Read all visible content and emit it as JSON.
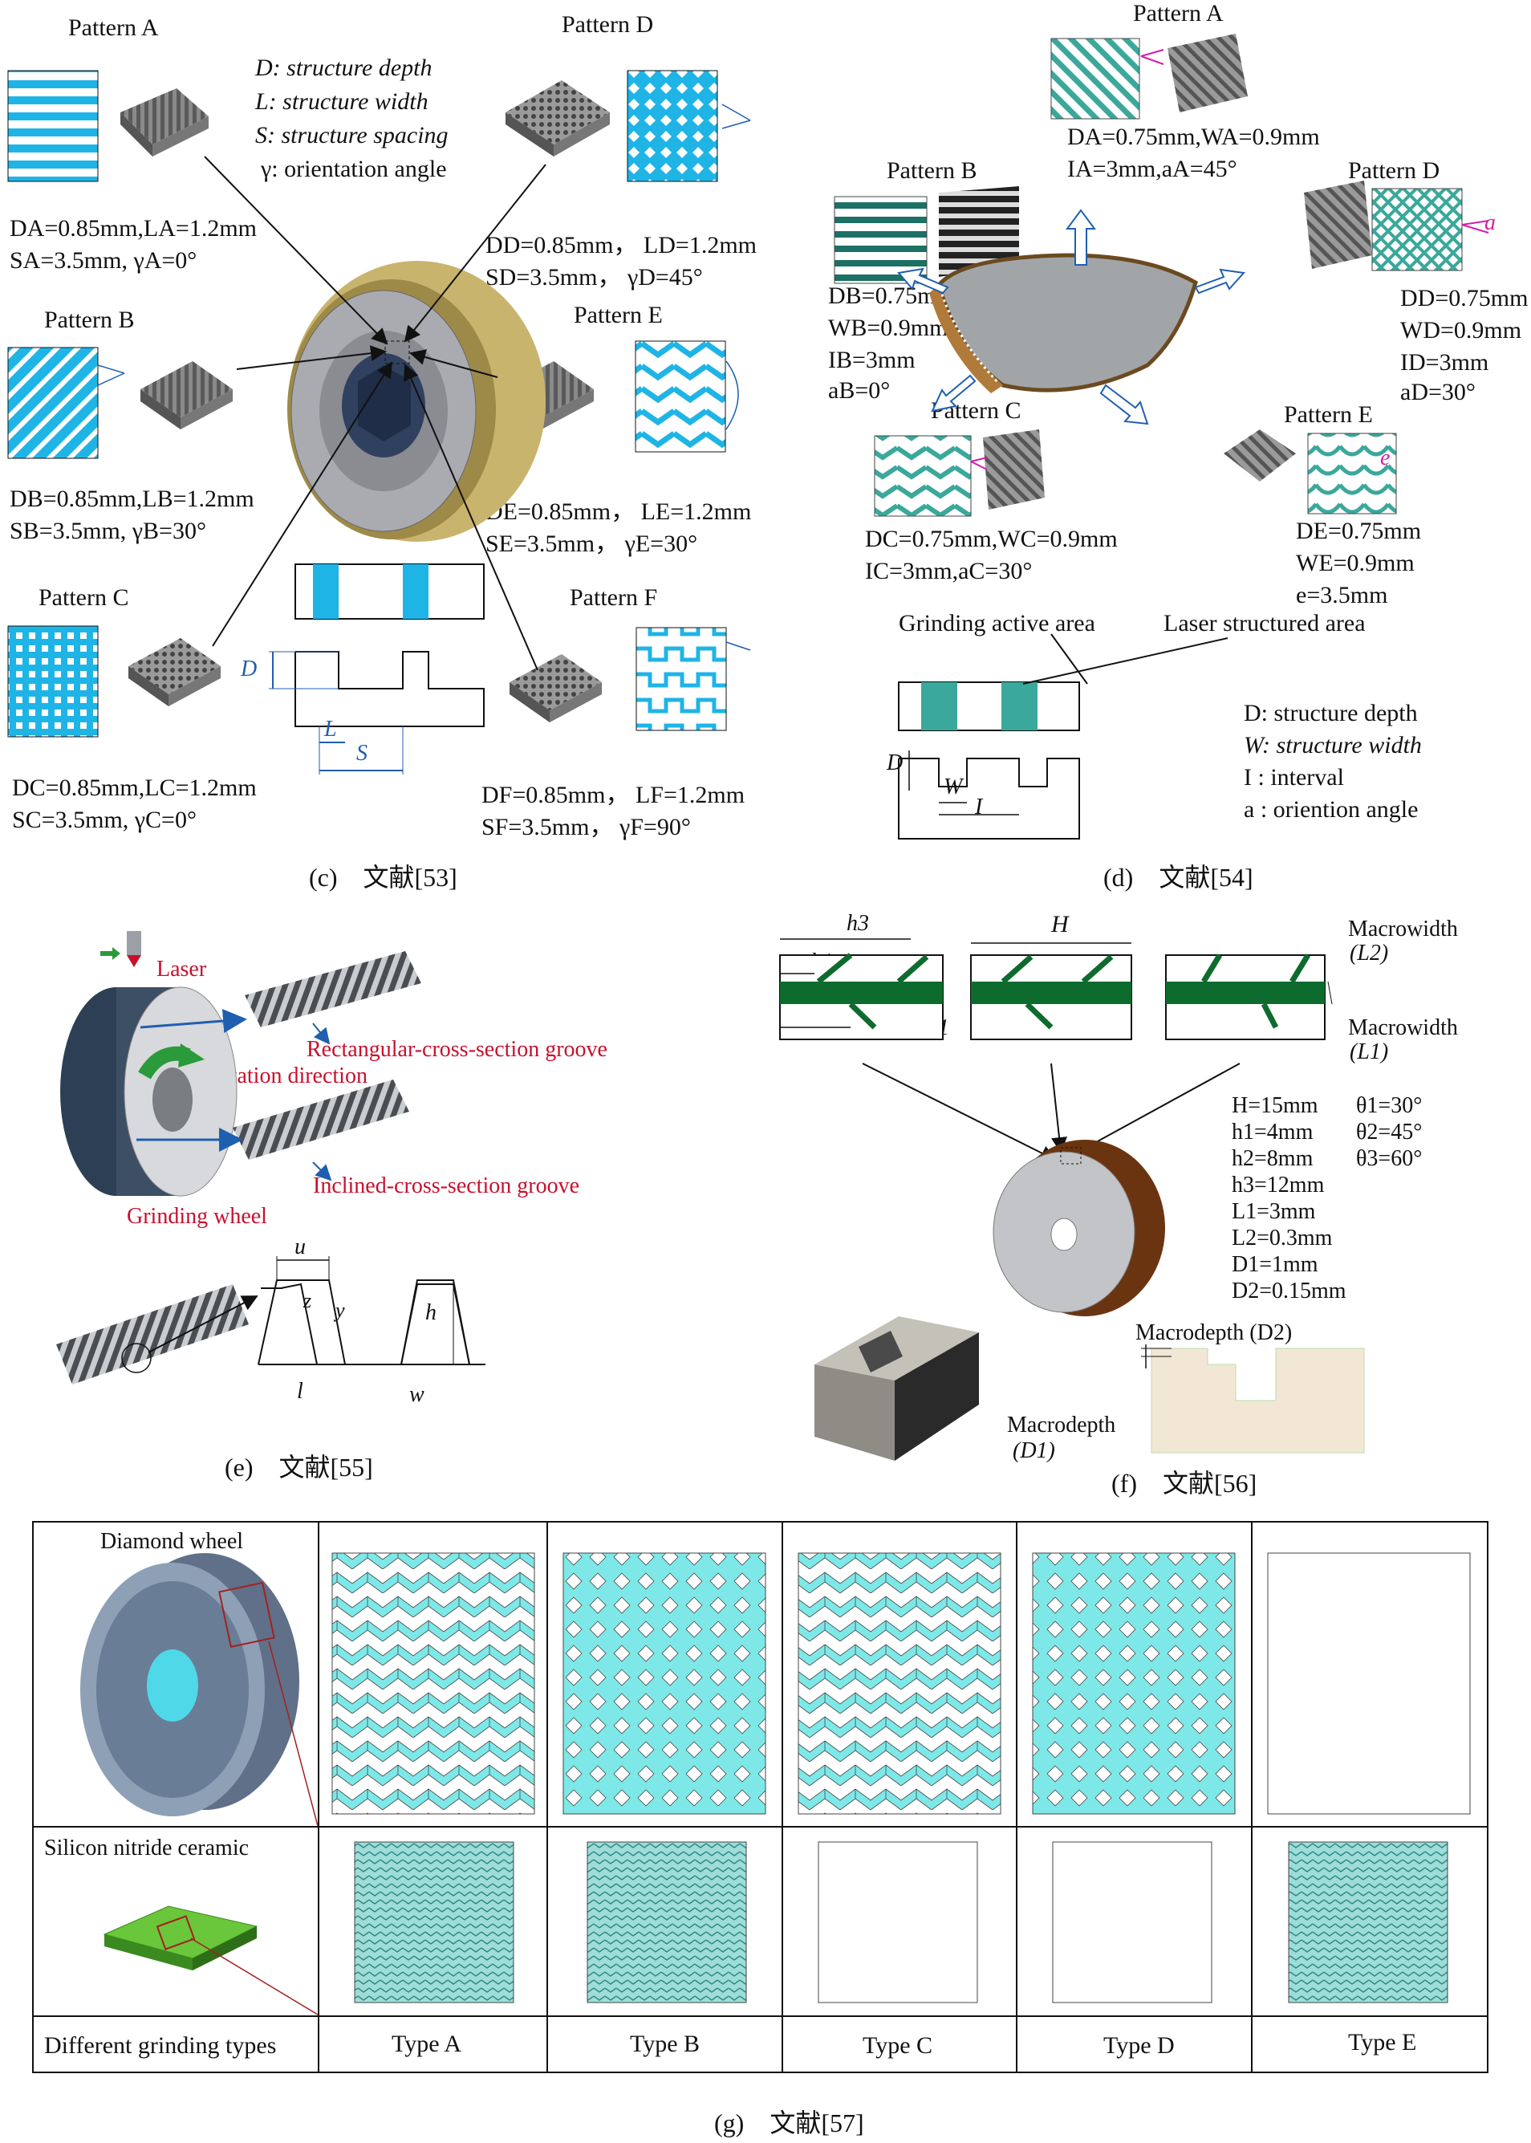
{
  "panel_c": {
    "caption": "(c)　文献[53]",
    "pattern_a": "Pattern A",
    "pattern_b": "Pattern B",
    "pattern_c": "Pattern C",
    "pattern_d": "Pattern D",
    "pattern_e": "Pattern E",
    "pattern_f": "Pattern F",
    "legend": [
      "D: structure depth",
      "L: structure width",
      "S: structure spacing",
      "γ: orientation angle"
    ],
    "params_a": [
      "DA=0.85mm,LA=1.2mm",
      "SA=3.5mm, γA=0°"
    ],
    "params_b": [
      "DB=0.85mm,LB=1.2mm",
      "SB=3.5mm, γB=30°"
    ],
    "params_c": [
      "DC=0.85mm,LC=1.2mm",
      "SC=3.5mm, γC=0°"
    ],
    "params_d": [
      "DD=0.85mm， LD=1.2mm",
      "SD=3.5mm， γD=45°"
    ],
    "params_e": [
      "DE=0.85mm， LE=1.2mm",
      "SE=3.5mm， γE=30°"
    ],
    "params_f": [
      "DF=0.85mm， LF=1.2mm",
      "SF=3.5mm， γF=90°"
    ],
    "dim_d": "D",
    "dim_l": "L",
    "dim_s": "S"
  },
  "panel_d": {
    "caption": "(d)　文献[54]",
    "pattern_a": "Pattern A",
    "pattern_b": "Pattern B",
    "pattern_c": "Pattern C",
    "pattern_d": "Pattern D",
    "pattern_e": "Pattern E",
    "params_a": [
      "DA=0.75mm,WA=0.9mm",
      "IA=3mm,aA=45°"
    ],
    "params_b": [
      "DB=0.75mm",
      "WB=0.9mm",
      "IB=3mm",
      "aB=0°"
    ],
    "params_c": [
      "DC=0.75mm,WC=0.9mm",
      "IC=3mm,aC=30°"
    ],
    "params_d": [
      "DD=0.75mm",
      "WD=0.9mm",
      "ID=3mm",
      "aD=30°"
    ],
    "params_e": [
      "DE=0.75mm",
      "WE=0.9mm",
      "e=3.5mm"
    ],
    "grinding_area": "Grinding active area",
    "laser_area": "Laser structured area",
    "legend": [
      "D: structure depth",
      "W: structure width",
      "I : interval",
      "a : oriention angle"
    ],
    "dim_d": "D",
    "dim_w": "W",
    "dim_i": "I",
    "angle_a": "a",
    "angle_e": "e"
  },
  "panel_e": {
    "caption": "(e)　文献[55]",
    "laser": "Laser",
    "rect_groove": "Rectangular-cross-section groove",
    "rotation": "Rotation direction",
    "inclined_groove": "Inclined-cross-section groove",
    "wheel": "Grinding wheel",
    "dim_u": "u",
    "dim_h": "h",
    "dim_l": "l",
    "dim_w": "w",
    "axis_z": "z",
    "axis_y": "y"
  },
  "panel_f": {
    "caption": "(f)　文献[56]",
    "h3": "h3",
    "h1": "h1",
    "h2": "h2",
    "H": "H",
    "theta1": "θ1",
    "theta2": "θ2",
    "theta3": "θ3",
    "macrowidth_l2": "Macrowidth",
    "l2": "(L2)",
    "macrowidth_l1": "Macrowidth",
    "l1": "(L1)",
    "params": [
      "H=15mm",
      "h1=4mm",
      "h2=8mm",
      "h3=12mm",
      "L1=3mm",
      "L2=0.3mm",
      "D1=1mm",
      "D2=0.15mm"
    ],
    "thetas": [
      "θ1=30°",
      "θ2=45°",
      "θ3=60°"
    ],
    "macrodepth_d2": "Macrodepth (D2)",
    "macrodepth_d1": "Macrodepth",
    "d1": "(D1)"
  },
  "panel_g": {
    "caption": "(g)　文献[57]",
    "diamond_wheel": "Diamond wheel",
    "silicon": "Silicon nitride ceramic",
    "row_label": "Different grinding types",
    "types": [
      "Type A",
      "Type B",
      "Type C",
      "Type D",
      "Type E"
    ]
  },
  "colors": {
    "cyan": "#1fb4e6",
    "teal": "#3aa89a",
    "aqua": "#7ee8e8",
    "green": "#0e6b2e",
    "label_red": "#c8102e",
    "arrow_blue": "#1f5fb0",
    "wheel_gold": "#c9b46e",
    "wheel_brown": "#6b3410"
  }
}
